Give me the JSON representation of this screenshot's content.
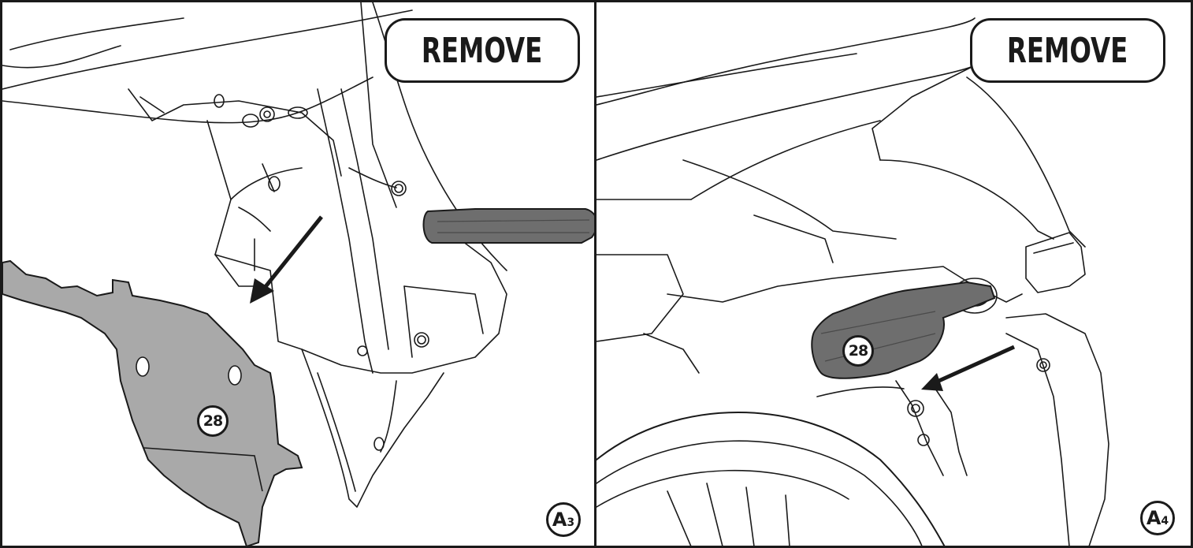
{
  "panels": [
    {
      "id": "A3",
      "action_label": "REMOVE",
      "part_number": "28",
      "step_letter": "A",
      "step_number": "3"
    },
    {
      "id": "A4",
      "action_label": "REMOVE",
      "part_number": "28",
      "step_letter": "A",
      "step_number": "4"
    }
  ],
  "colors": {
    "outline": "#1a1a1a",
    "part_fill": "#a9a9a9",
    "tool_fill": "#6e6e6e",
    "background": "#ffffff"
  },
  "icons": [
    "arrow-icon",
    "screwdriver-icon",
    "fender-part-icon"
  ]
}
